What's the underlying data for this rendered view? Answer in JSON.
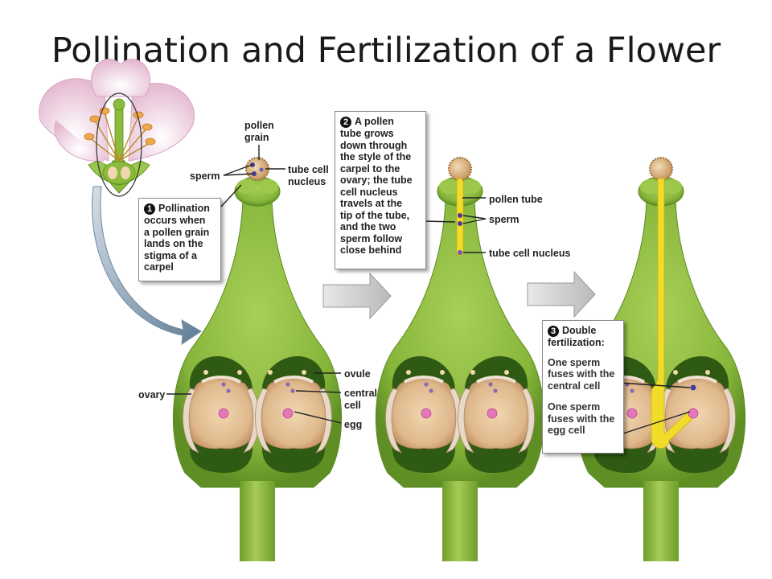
{
  "title": "Pollination and Fertilization of a Flower",
  "labels": {
    "pollen_grain": "pollen\ngrain",
    "sperm_1": "sperm",
    "tube_cell_nucleus_1": "tube cell\nnucleus",
    "pollen_tube": "pollen tube",
    "sperm_2": "sperm",
    "tube_cell_nucleus_2": "tube cell nucleus",
    "ovary": "ovary",
    "ovule": "ovule",
    "central_cell": "central\ncell",
    "egg": "egg"
  },
  "steps": [
    {
      "number": "1",
      "text": "Pollination\noccurs when\na pollen grain\nlands on the\nstigma of a\ncarpel"
    },
    {
      "number": "2",
      "text": "A pollen\ntube grows\ndown through\nthe style of the\ncarpel to the\novary; the tube\ncell nucleus\ntravels at the\ntip of the tube,\nand the two\nsperm follow\nclose behind"
    },
    {
      "number": "3",
      "heading": "Double\nfertilization:",
      "para1": "One sperm\nfuses with the\ncentral cell",
      "para2": "One sperm\nfuses with the\negg cell"
    }
  ],
  "colors": {
    "carpel_green": "#8cbb3c",
    "carpel_dark": "#4f7a1e",
    "ovary_cavity": "#2f5a14",
    "ovule_inner": "#e9c9a0",
    "egg_pink": "#e278b8",
    "sperm_purple": "#4a3a9a",
    "pollen_tube_yellow": "#f2dc2a",
    "arrow_gray": "#cfcfcf"
  }
}
